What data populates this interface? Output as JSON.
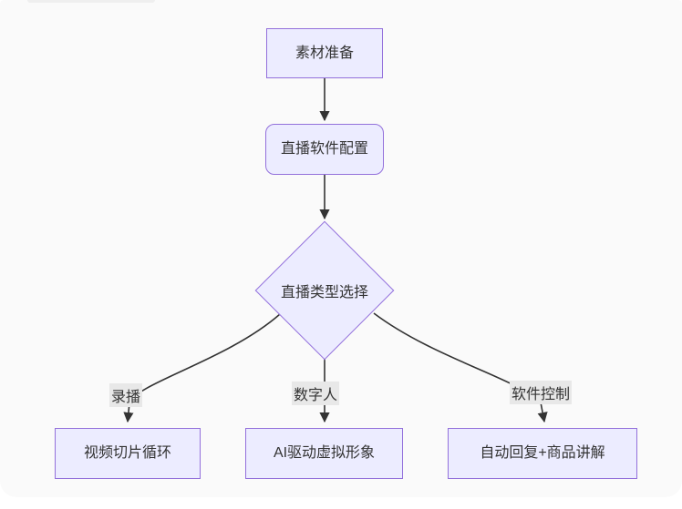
{
  "diagram": {
    "type": "flowchart",
    "direction": "top-down",
    "nodes": [
      {
        "id": "material",
        "label": "素材准备",
        "shape": "rect"
      },
      {
        "id": "software",
        "label": "直播软件配置",
        "shape": "rounded-rect"
      },
      {
        "id": "type-select",
        "label": "直播类型选择",
        "shape": "diamond"
      },
      {
        "id": "video-loop",
        "label": "视频切片循环",
        "shape": "rect"
      },
      {
        "id": "ai-avatar",
        "label": "AI驱动虚拟形象",
        "shape": "rect"
      },
      {
        "id": "auto-reply",
        "label": "自动回复+商品讲解",
        "shape": "rect"
      }
    ],
    "edges": [
      {
        "from": "material",
        "to": "software",
        "label": ""
      },
      {
        "from": "software",
        "to": "type-select",
        "label": ""
      },
      {
        "from": "type-select",
        "to": "video-loop",
        "label": "录播"
      },
      {
        "from": "type-select",
        "to": "ai-avatar",
        "label": "数字人"
      },
      {
        "from": "type-select",
        "to": "auto-reply",
        "label": "软件控制"
      }
    ],
    "colors": {
      "node_fill": "#ECECFF",
      "node_border": "#9370DB",
      "edge_line": "#333333",
      "edge_label_bg": "#e8e8e8",
      "text": "#333333",
      "canvas_bg": "#fafafa",
      "page_bg": "#ffffff"
    }
  }
}
